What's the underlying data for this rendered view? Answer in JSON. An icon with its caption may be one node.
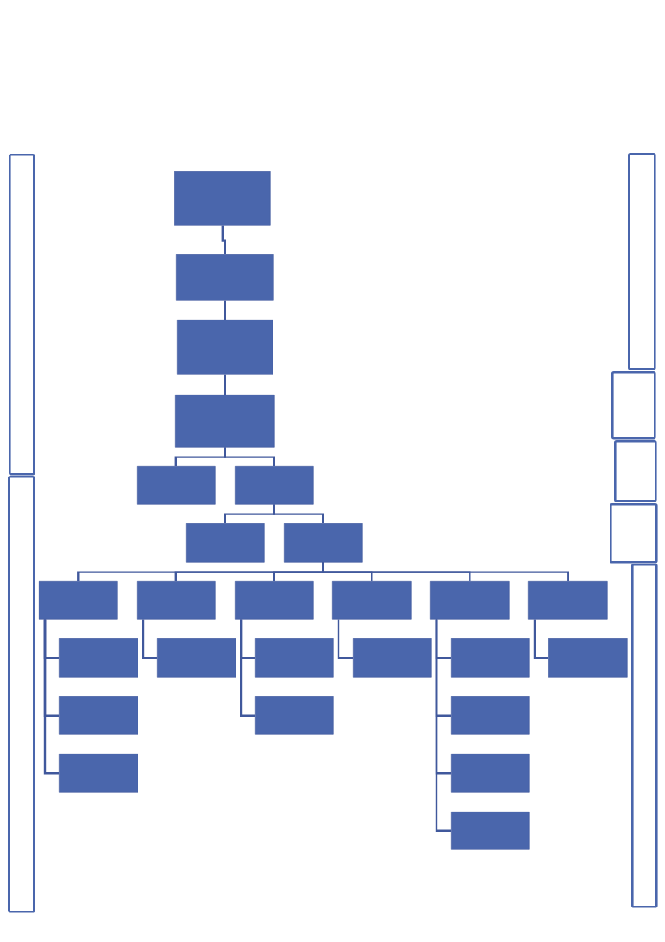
{
  "diagram": {
    "nodes": [
      {
        "text": [],
        "shape": "box"
      },
      {
        "text": [],
        "shape": "box"
      },
      {
        "text": [],
        "shape": "box"
      },
      {
        "text": [],
        "shape": "box"
      },
      {
        "text": [],
        "shape": "box"
      },
      {
        "text": [],
        "shape": "box"
      },
      {
        "text": [],
        "shape": "box"
      },
      {
        "text": [],
        "shape": "box"
      },
      {
        "text": [],
        "shape": "box"
      },
      {
        "text": [],
        "shape": "box"
      },
      {
        "text": [],
        "shape": "box"
      },
      {
        "text": [],
        "shape": "box"
      },
      {
        "text": [],
        "shape": "box"
      },
      {
        "text": [],
        "shape": "box"
      },
      {
        "text": [],
        "shape": "box"
      },
      {
        "text": [],
        "shape": "box"
      },
      {
        "text": [],
        "shape": "box"
      },
      {
        "text": [],
        "shape": "box"
      },
      {
        "text": [],
        "shape": "box"
      },
      {
        "text": [],
        "shape": "box"
      },
      {
        "text": [],
        "shape": "box"
      },
      {
        "text": [],
        "shape": "box"
      },
      {
        "text": [],
        "shape": "box"
      },
      {
        "text": [],
        "shape": "box"
      },
      {
        "text": [],
        "shape": "box"
      },
      {
        "text": [],
        "shape": "box"
      },
      {
        "text": [],
        "shape": "bar"
      },
      {
        "text": [],
        "shape": "bar"
      },
      {
        "text": [],
        "shape": "bar"
      },
      {
        "text": [],
        "shape": "bar"
      },
      {
        "text": [],
        "shape": "bar"
      },
      {
        "text": [],
        "shape": "bar"
      },
      {
        "text": [],
        "shape": "bar"
      }
    ],
    "edges": [
      {
        "from": 0,
        "to": 1,
        "arrow": "none"
      },
      {
        "from": 1,
        "to": 2,
        "arrow": "none"
      },
      {
        "from": 2,
        "to": 3,
        "arrow": "none"
      },
      {
        "from": 3,
        "to": 4,
        "arrow": "none"
      },
      {
        "from": 3,
        "to": 5,
        "arrow": "none"
      },
      {
        "from": 5,
        "to": 6,
        "arrow": "none"
      },
      {
        "from": 5,
        "to": 7,
        "arrow": "none"
      },
      {
        "from": 7,
        "to": 8,
        "arrow": "none"
      },
      {
        "from": 7,
        "to": 9,
        "arrow": "none"
      },
      {
        "from": 7,
        "to": 10,
        "arrow": "none"
      },
      {
        "from": 7,
        "to": 11,
        "arrow": "none"
      },
      {
        "from": 7,
        "to": 12,
        "arrow": "none"
      },
      {
        "from": 7,
        "to": 13,
        "arrow": "none"
      },
      {
        "from": 8,
        "to": 14,
        "arrow": "none"
      },
      {
        "from": 8,
        "to": 15,
        "arrow": "none"
      },
      {
        "from": 8,
        "to": 16,
        "arrow": "none"
      },
      {
        "from": 9,
        "to": 17,
        "arrow": "none"
      },
      {
        "from": 10,
        "to": 18,
        "arrow": "none"
      },
      {
        "from": 10,
        "to": 19,
        "arrow": "none"
      },
      {
        "from": 11,
        "to": 20,
        "arrow": "none"
      },
      {
        "from": 12,
        "to": 21,
        "arrow": "none"
      },
      {
        "from": 12,
        "to": 22,
        "arrow": "none"
      },
      {
        "from": 12,
        "to": 23,
        "arrow": "none"
      },
      {
        "from": 12,
        "to": 24,
        "arrow": "none"
      },
      {
        "from": 13,
        "to": 25,
        "arrow": "none"
      }
    ]
  }
}
